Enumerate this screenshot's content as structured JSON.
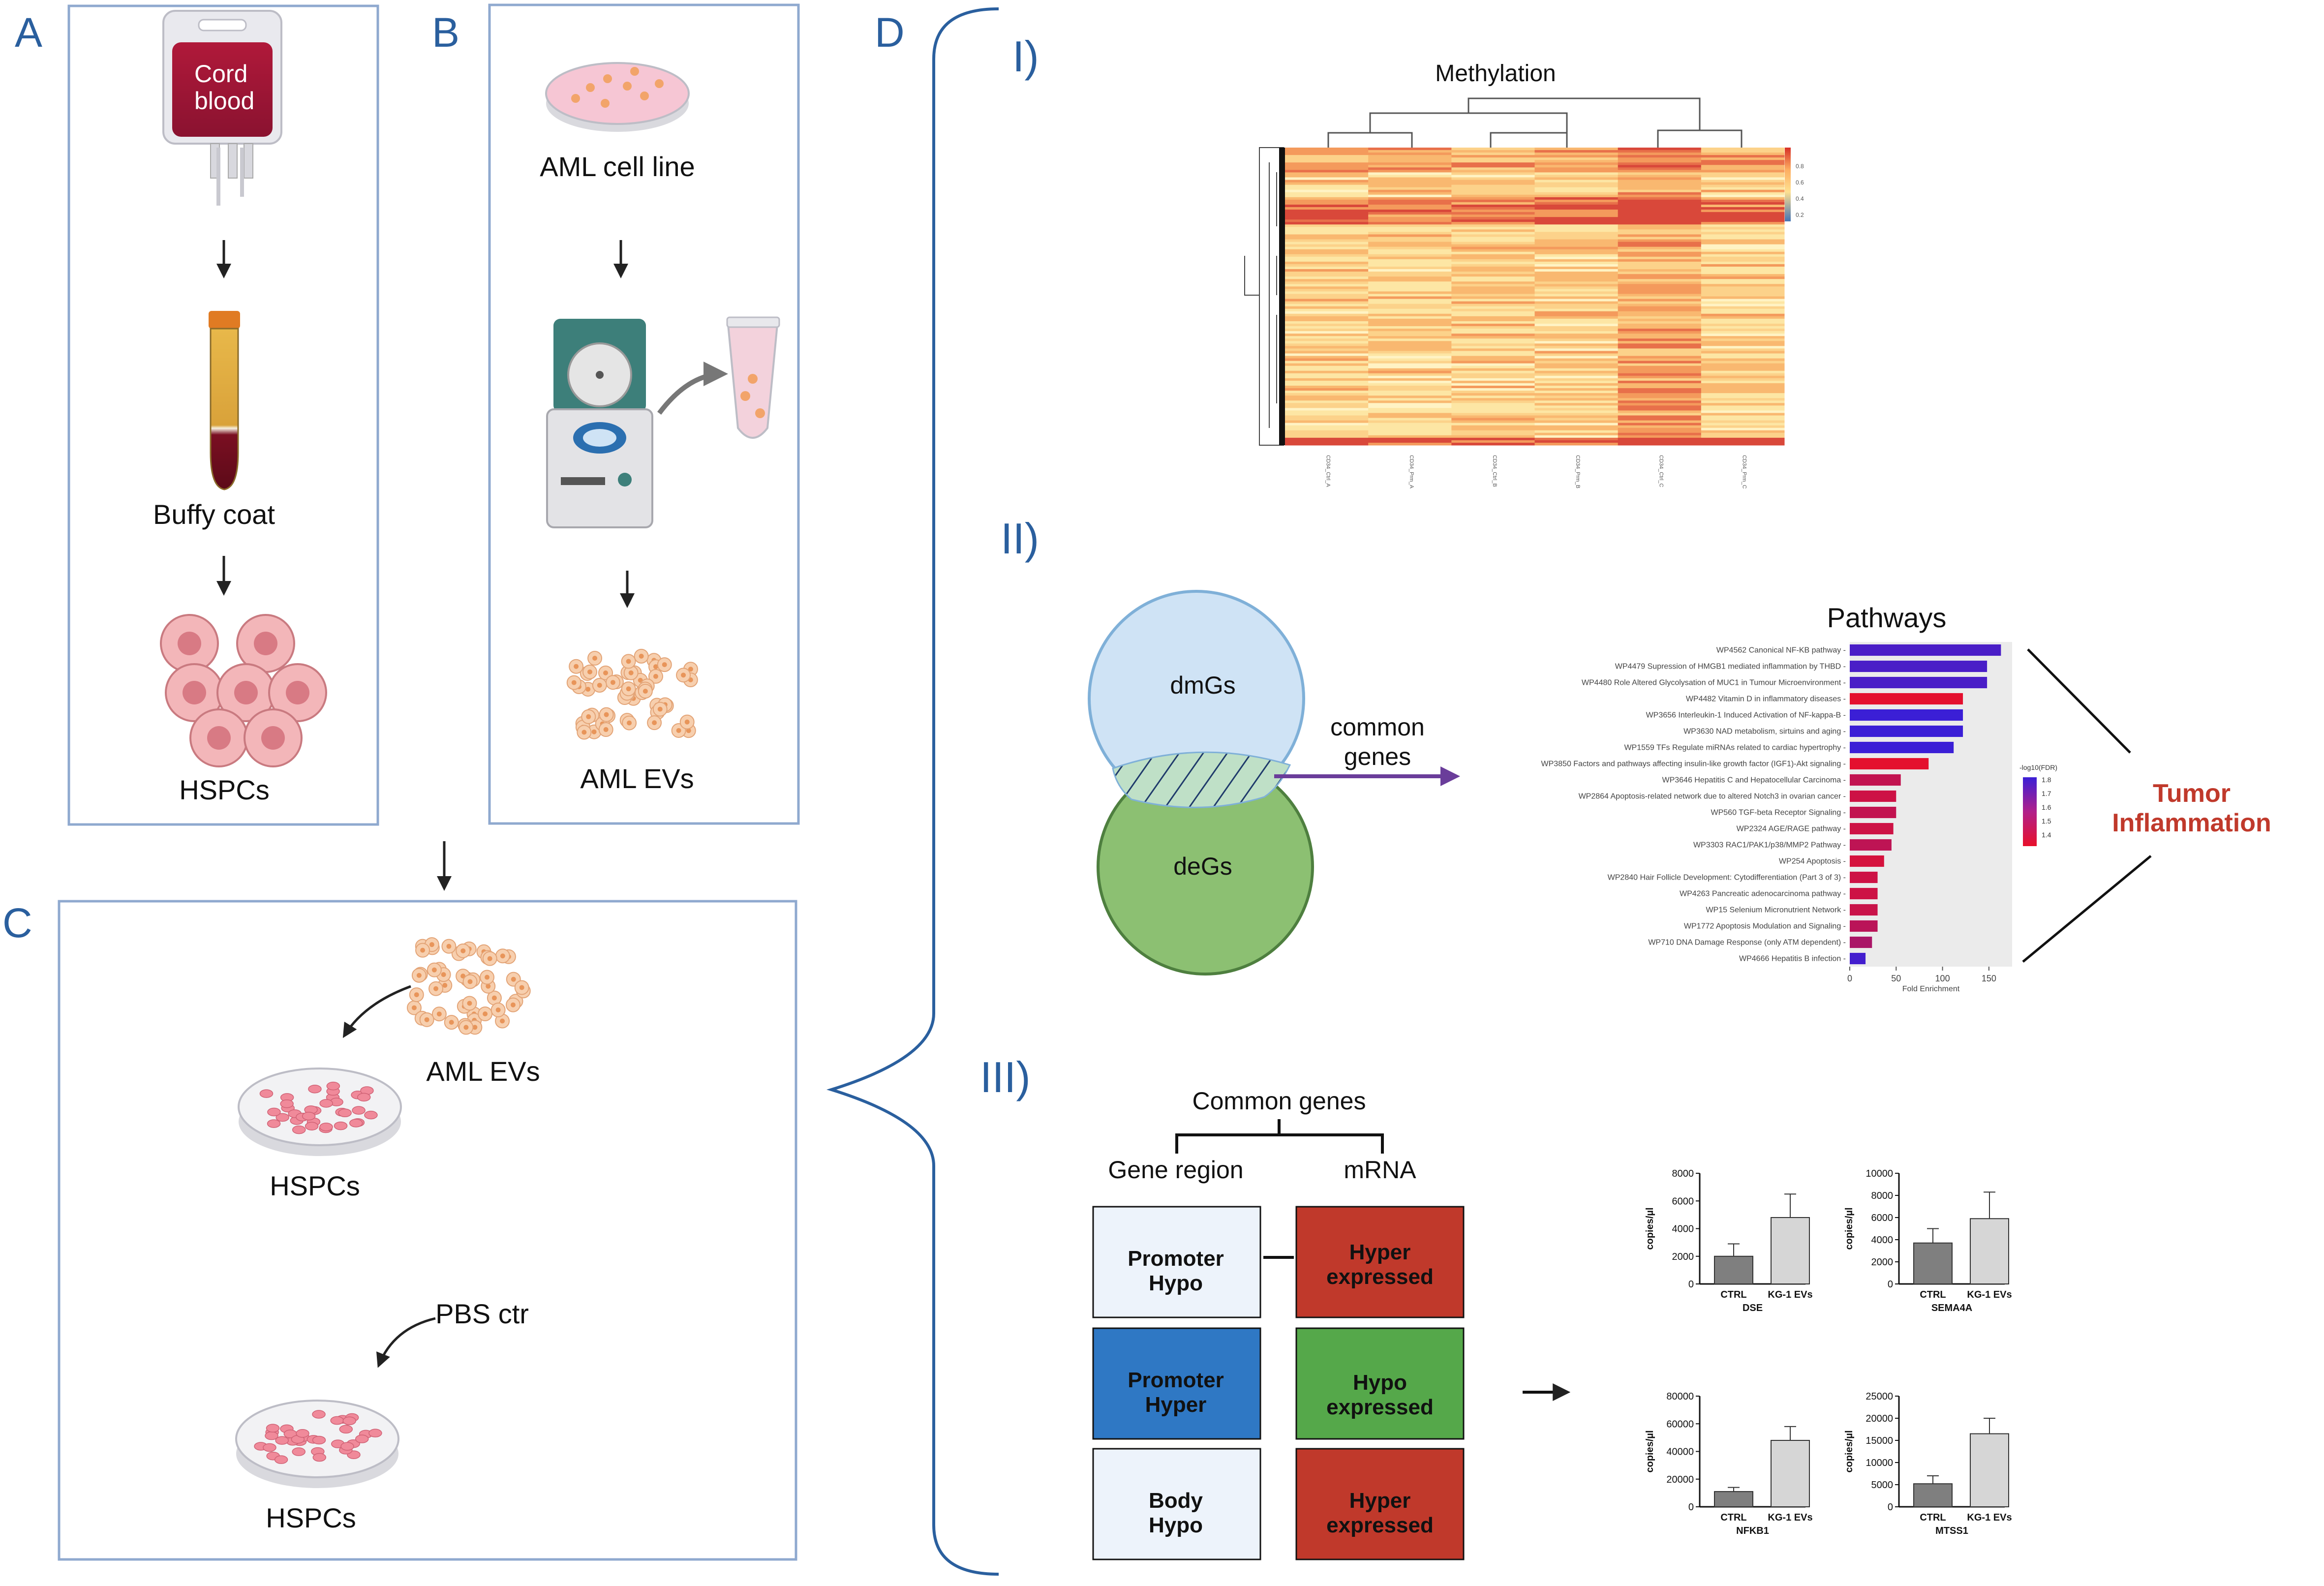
{
  "panels": {
    "a": {
      "letter": "A",
      "cord_blood_line1": "Cord",
      "cord_blood_line2": "blood",
      "buffy_coat": "Buffy coat",
      "hspcs": "HSPCs"
    },
    "b": {
      "letter": "B",
      "aml_cell_line": "AML cell line",
      "aml_evs": "AML EVs"
    },
    "c": {
      "letter": "C",
      "aml_evs": "AML EVs",
      "hspcs_treated": "HSPCs",
      "pbs_ctr": "PBS ctr",
      "hspcs_control": "HSPCs"
    },
    "d": {
      "letter": "D",
      "section_1": "I)",
      "section_2": "II)",
      "section_3": "III)",
      "heatmap_title": "Methylation",
      "heatmap_legend_ticks": [
        "0.8",
        "0.6",
        "0.4",
        "0.2"
      ],
      "heatmap_sample_labels": [
        "CD34_Ctrl_A",
        "CD34_Prm_A",
        "CD34_Ctrl_B",
        "CD34_Prm_B",
        "CD34_Ctrl_C",
        "CD34_Prm_C"
      ],
      "venn": {
        "top": "dmGs",
        "bottom": "deGs",
        "arrow_line1": "common",
        "arrow_line2": "genes"
      },
      "outcome_line1": "Tumor",
      "outcome_line2": "Inflammation",
      "tree": {
        "root": "Common genes",
        "left": "Gene region",
        "right": "mRNA"
      },
      "boxes": [
        {
          "left_line1": "Promoter",
          "left_line2": "Hypo",
          "right_line1": "Hyper",
          "right_line2": "expressed"
        },
        {
          "left_line1": "Promoter",
          "left_line2": "Hyper",
          "right_line1": "Hypo",
          "right_line2": "expressed"
        },
        {
          "left_line1": "Body",
          "left_line2": "Hypo",
          "right_line1": "Hyper",
          "right_line2": "expressed"
        }
      ]
    }
  },
  "colors": {
    "panel_border": "#8fa9cf",
    "panel_letter": "#2a5f9e",
    "outcome_text": "#c0392b",
    "venn_top": "#cfe3f5",
    "venn_bottom": "#8cc072",
    "box_light": "#edf3fb",
    "box_blue": "#2f78c4",
    "box_red": "#c0392b",
    "box_green": "#55a84a"
  },
  "chart_data": [
    {
      "type": "bar",
      "title": "Pathways",
      "xlabel": "Fold Enrichment",
      "ylabel": "",
      "xlim": [
        0,
        175
      ],
      "x_ticks": [
        0,
        50,
        100,
        150
      ],
      "color_legend_title": "-log10(FDR)",
      "color_legend_ticks": [
        "1.4",
        "1.5",
        "1.6",
        "1.7",
        "1.8"
      ],
      "categories": [
        "WP4562 Canonical NF-KB pathway",
        "WP4479 Supression of HMGB1 mediated inflammation by THBD",
        "WP4480 Role Altered Glycolysation of MUC1 in Tumour Microenvironment",
        "WP4482 Vitamin D in inflammatory diseases",
        "WP3656 Interleukin-1 Induced Activation of NF-kappa-B",
        "WP3630 NAD metabolism, sirtuins and aging",
        "WP1559 TFs Regulate miRNAs related to cardiac hypertrophy",
        "WP3850 Factors and pathways affecting insulin-like growth factor (IGF1)-Akt signaling",
        "WP3646 Hepatitis C and Hepatocellular Carcinoma",
        "WP2864 Apoptosis-related network due to altered Notch3 in ovarian cancer",
        "WP560 TGF-beta Receptor Signaling",
        "WP2324 AGE/RAGE pathway",
        "WP3303 RAC1/PAK1/p38/MMP2 Pathway",
        "WP254 Apoptosis",
        "WP2840 Hair Follicle Development: Cytodifferentiation (Part 3 of 3)",
        "WP4263 Pancreatic adenocarcinoma pathway",
        "WP15 Selenium Micronutrient Network",
        "WP1772 Apoptosis Modulation and Signaling",
        "WP710 DNA Damage Response (only ATM dependent)",
        "WP4666 Hepatitis B infection"
      ],
      "values": [
        163,
        148,
        148,
        122,
        122,
        122,
        112,
        85,
        55,
        50,
        50,
        47,
        45,
        37,
        30,
        30,
        30,
        30,
        24,
        17
      ],
      "color_values": [
        1.44,
        1.44,
        1.44,
        1.84,
        1.4,
        1.4,
        1.4,
        1.84,
        1.75,
        1.78,
        1.75,
        1.78,
        1.74,
        1.8,
        1.78,
        1.78,
        1.77,
        1.73,
        1.69,
        1.42
      ]
    },
    {
      "type": "bar",
      "xlabel": "DSE",
      "ylabel": "copies/µl",
      "ylim": [
        0,
        8000
      ],
      "y_ticks": [
        0,
        2000,
        4000,
        6000,
        8000
      ],
      "categories": [
        "CTRL",
        "KG-1 EVs"
      ],
      "values": [
        2000,
        4800
      ],
      "errors": [
        900,
        1700
      ]
    },
    {
      "type": "bar",
      "xlabel": "SEMA4A",
      "ylabel": "copies/µl",
      "ylim": [
        0,
        10000
      ],
      "y_ticks": [
        0,
        2000,
        4000,
        6000,
        8000,
        10000
      ],
      "categories": [
        "CTRL",
        "KG-1 EVs"
      ],
      "values": [
        3700,
        5900
      ],
      "errors": [
        1300,
        2400
      ]
    },
    {
      "type": "bar",
      "xlabel": "NFKB1",
      "ylabel": "copies/µl",
      "ylim": [
        0,
        80000
      ],
      "y_ticks": [
        0,
        20000,
        40000,
        60000,
        80000
      ],
      "categories": [
        "CTRL",
        "KG-1 EVs"
      ],
      "values": [
        11000,
        48000
      ],
      "errors": [
        3000,
        10000
      ]
    },
    {
      "type": "bar",
      "xlabel": "MTSS1",
      "ylabel": "copies/µl",
      "ylim": [
        0,
        25000
      ],
      "y_ticks": [
        0,
        5000,
        10000,
        15000,
        20000,
        25000
      ],
      "categories": [
        "CTRL",
        "KG-1 EVs"
      ],
      "values": [
        5200,
        16500
      ],
      "errors": [
        1800,
        3500
      ]
    }
  ]
}
